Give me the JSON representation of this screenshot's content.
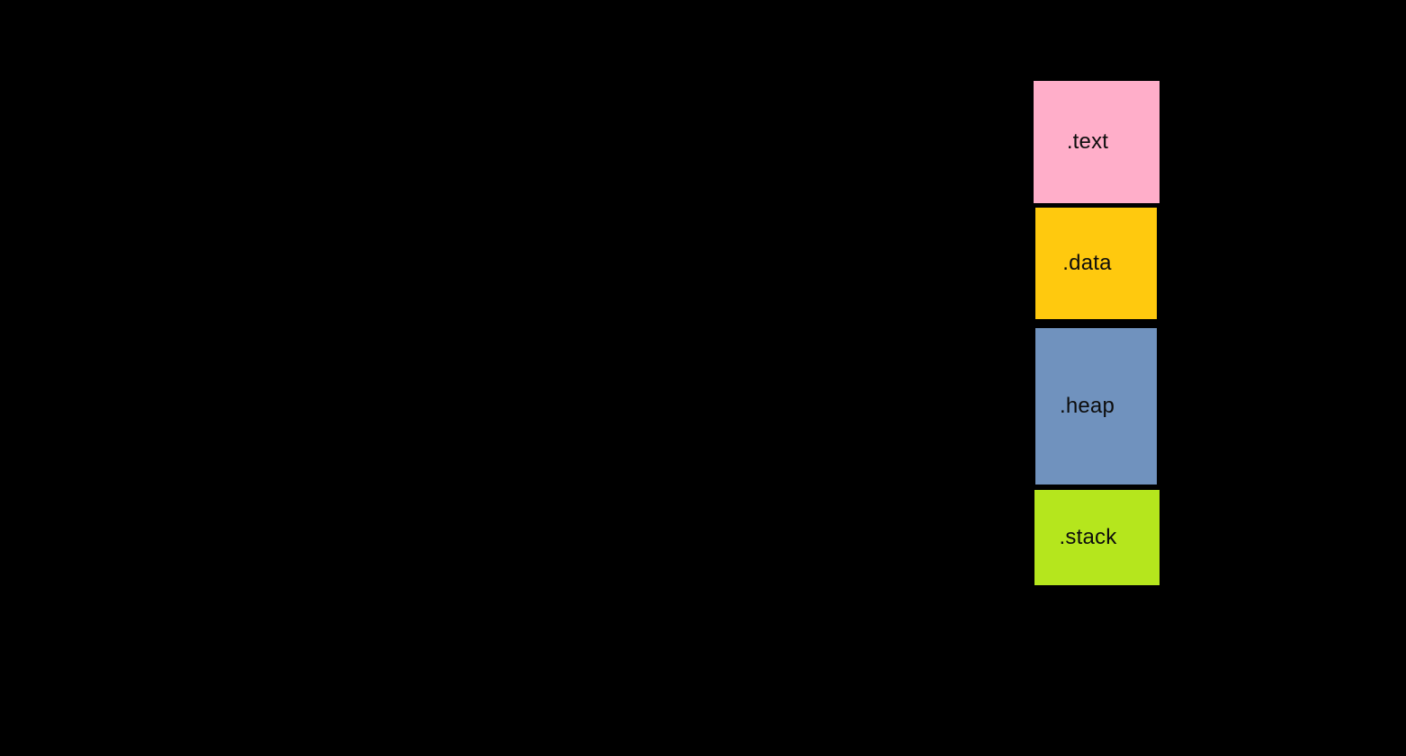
{
  "diagram": {
    "description": "Process memory segments diagram on black background",
    "background_color": "#000000",
    "label_color": "#0d0d0d",
    "segments": {
      "text": {
        "label": ".text",
        "color": "#FFAEC9"
      },
      "data": {
        "label": ".data",
        "color": "#FFC90E"
      },
      "heap": {
        "label": ".heap",
        "color": "#7092BE"
      },
      "stack": {
        "label": ".stack",
        "color": "#B5E61D"
      }
    }
  }
}
